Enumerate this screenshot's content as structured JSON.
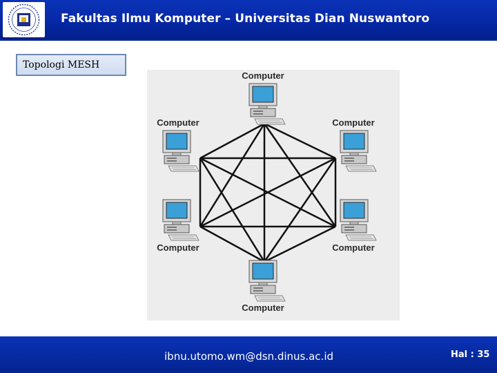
{
  "header": {
    "title": "Fakultas Ilmu Komputer – Universitas Dian Nuswantoro"
  },
  "slide": {
    "topic_title": "Topologi MESH"
  },
  "diagram": {
    "computers": [
      {
        "id": "top",
        "label": "Computer"
      },
      {
        "id": "upper-left",
        "label": "Computer"
      },
      {
        "id": "upper-right",
        "label": "Computer"
      },
      {
        "id": "lower-left",
        "label": "Computer"
      },
      {
        "id": "lower-right",
        "label": "Computer"
      },
      {
        "id": "bottom",
        "label": "Computer"
      }
    ]
  },
  "footer": {
    "email": "ibnu.utomo.wm@dsn.dinus.ac.id",
    "page": "Hal : 35"
  },
  "colors": {
    "header_bg": "#0628a6",
    "footer_bg": "#03238f",
    "screen": "#3ba0d8",
    "cable": "#111111"
  }
}
